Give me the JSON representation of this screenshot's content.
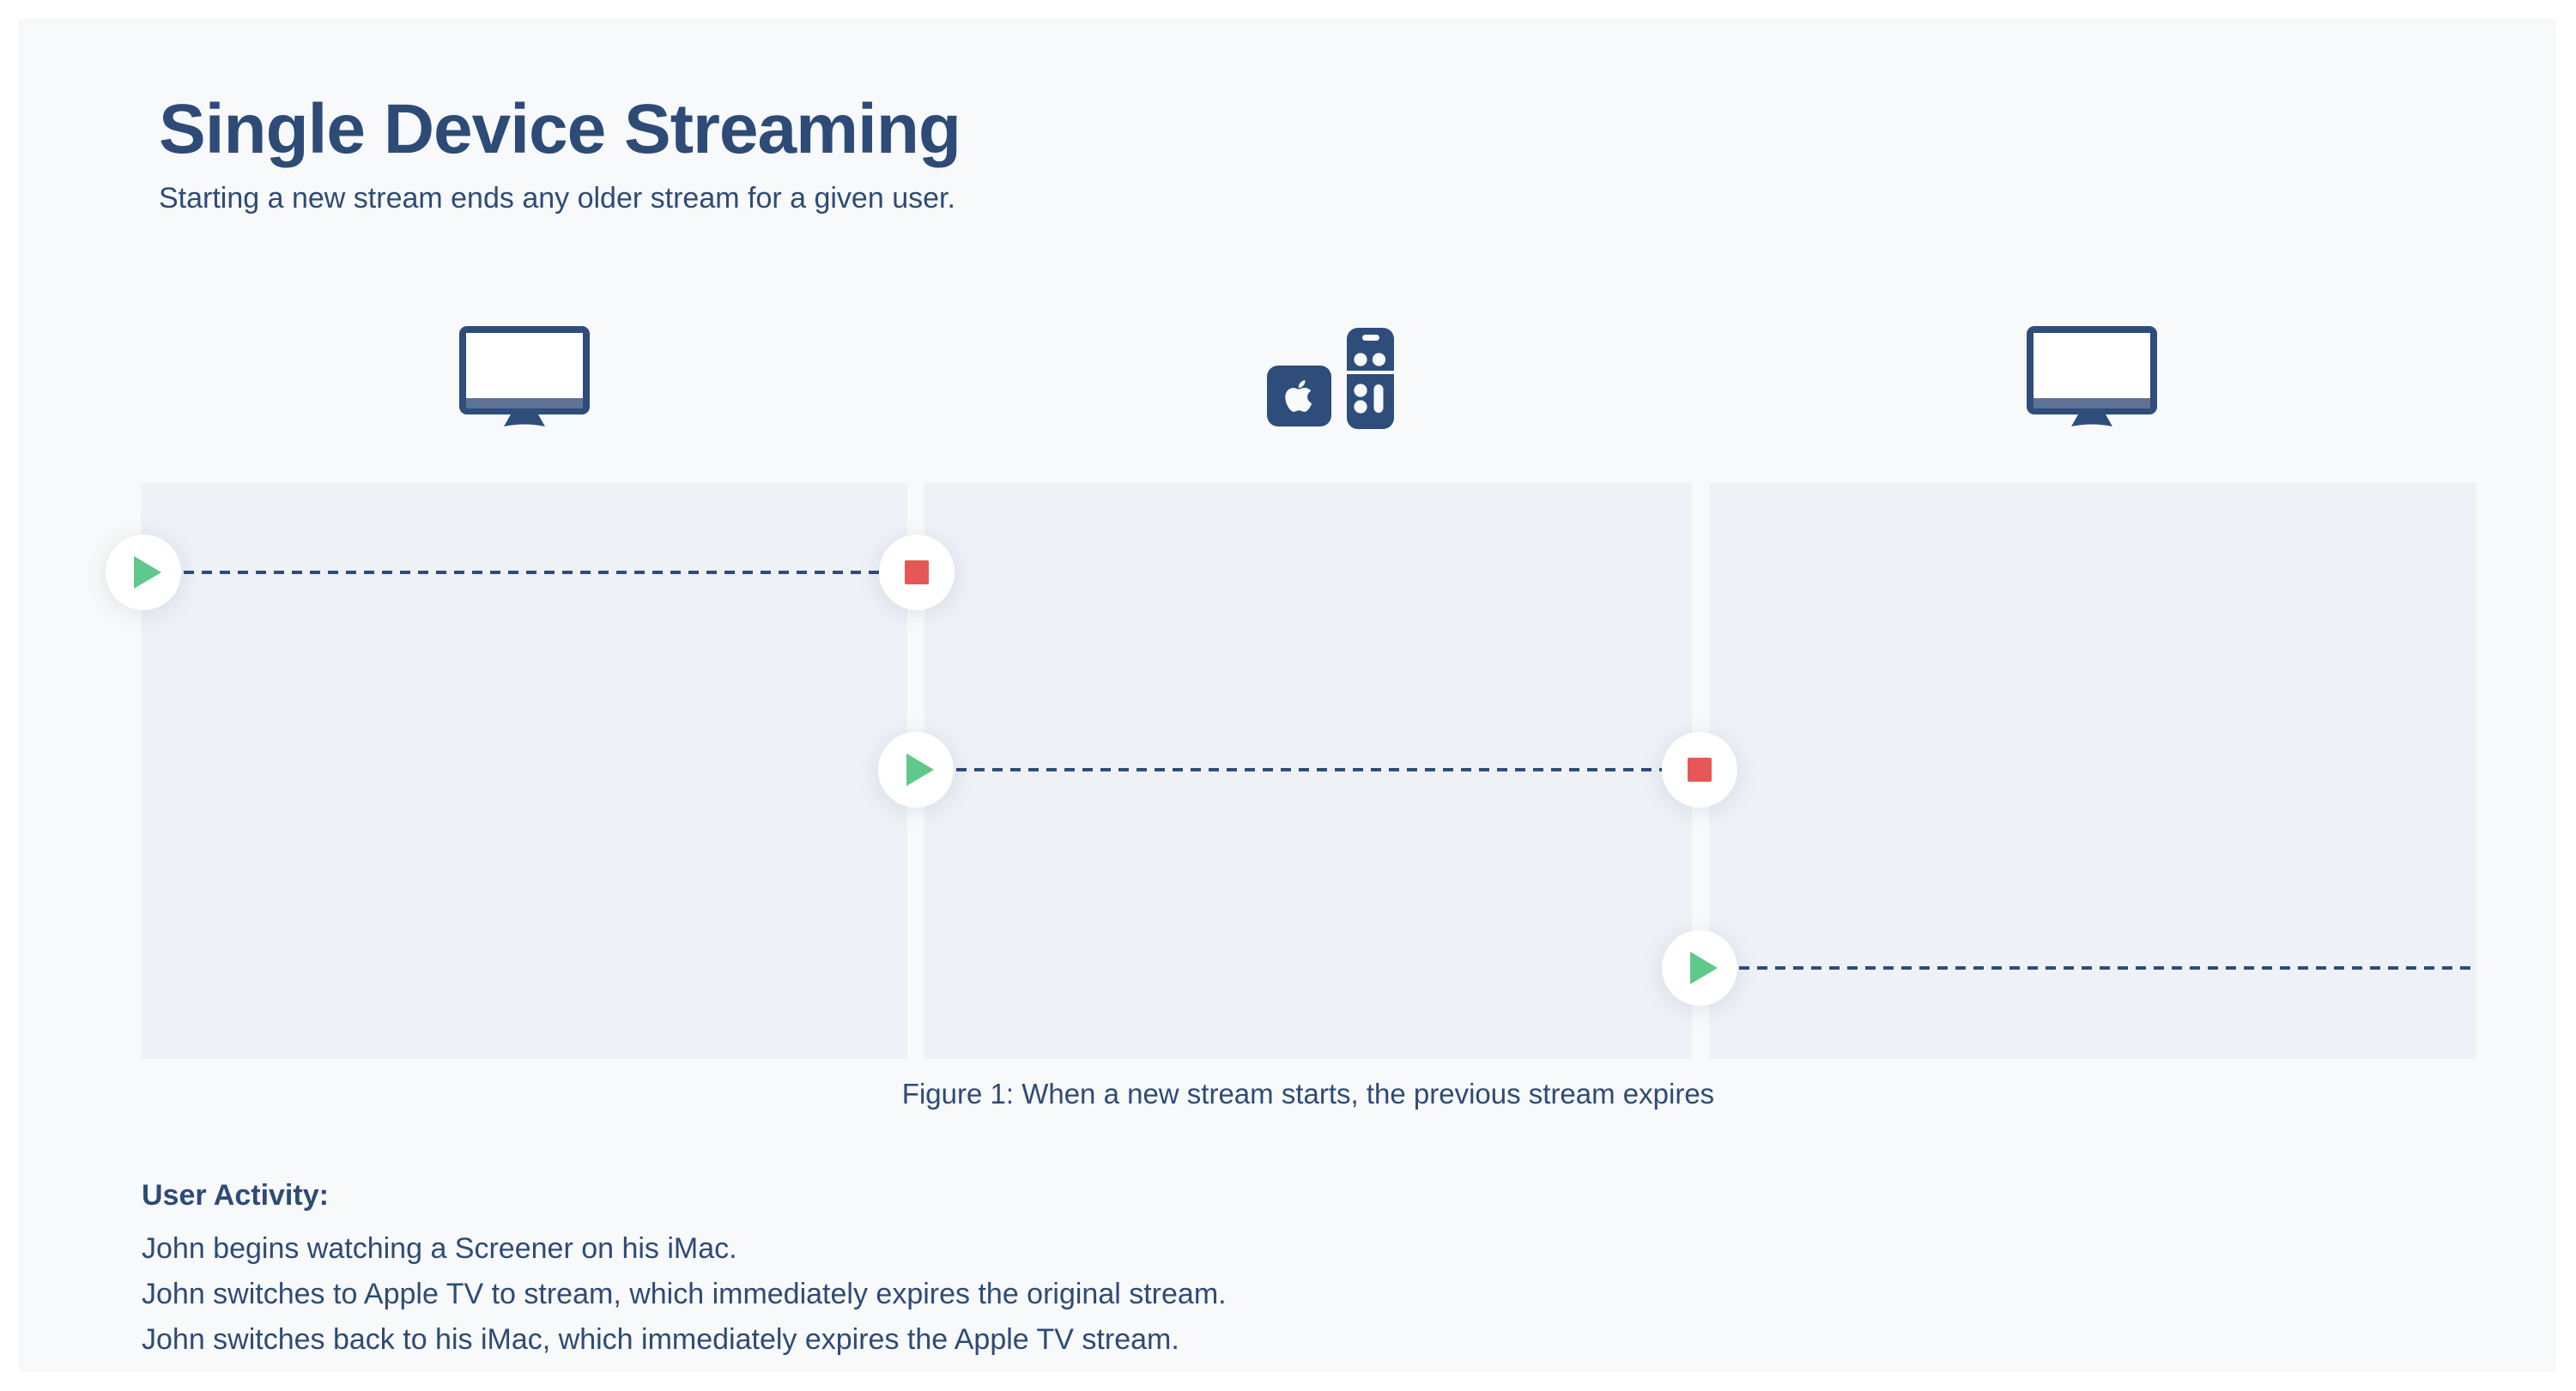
{
  "page": {
    "title": "Single Device Streaming",
    "subtitle": "Starting a new stream ends any older stream for a given user."
  },
  "figure": {
    "caption": "Figure 1: When a new stream starts, the previous stream expires",
    "devices": [
      {
        "name": "iMac",
        "icon": "imac-icon",
        "column": 1
      },
      {
        "name": "Apple TV",
        "icon": "apple-tv-with-remote-icon",
        "column": 2
      },
      {
        "name": "iMac",
        "icon": "imac-icon",
        "column": 3
      }
    ],
    "streams": [
      {
        "row": 1,
        "device": "iMac",
        "start_marker": "play",
        "end_marker": "stop",
        "spans_columns": [
          1
        ],
        "note": "stream starts at left edge of column 1 and expires at start of column 2"
      },
      {
        "row": 2,
        "device": "Apple TV",
        "start_marker": "play",
        "end_marker": "stop",
        "spans_columns": [
          2
        ],
        "note": "stream starts at boundary of columns 1/2 and expires at start of column 3"
      },
      {
        "row": 3,
        "device": "iMac",
        "start_marker": "play",
        "end_marker": null,
        "spans_columns": [
          3
        ],
        "note": "stream starts at boundary of columns 2/3 and continues to end of figure"
      }
    ]
  },
  "activity": {
    "heading": "User Activity:",
    "items": [
      "John begins watching a Screener on his iMac.",
      "John switches to Apple TV to stream, which immediately expires the original stream.",
      "John switches back to his iMac, which immediately expires the Apple TV stream."
    ]
  },
  "colors": {
    "page_background": "#ffffff",
    "card_background": "#f8f9fa",
    "panel_background": "#eef1f6",
    "navy_text_and_icons": "#2d4b76",
    "imac_chin_bar": "#5d7294",
    "play_green": "#5fc98b",
    "stop_red": "#e85757",
    "dashed_line": "#2e4d7b",
    "marker_background": "#ffffff"
  }
}
